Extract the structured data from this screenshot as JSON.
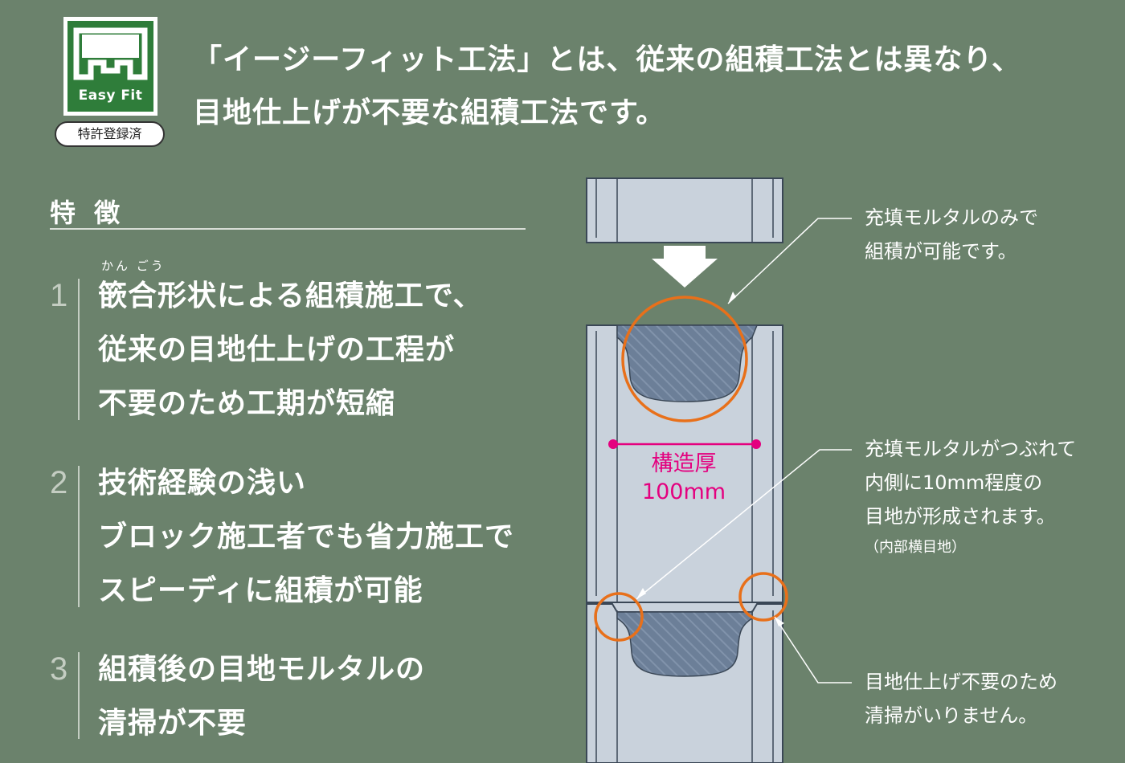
{
  "logo": {
    "brand": "Easy Fit",
    "badge": "特許登録済"
  },
  "headline": {
    "line1": "「イージーフィット工法」とは、従来の組積工法とは異なり、",
    "line2": "目地仕上げが不要な組積工法です。"
  },
  "features": {
    "heading": "特 徴",
    "ruby": "かん ごう",
    "items": [
      {
        "number": "1",
        "lines": [
          "篏合形状による組積施工で、",
          "従来の目地仕上げの工程が",
          "不要のため工期が短縮"
        ]
      },
      {
        "number": "2",
        "lines": [
          "技術経験の浅い",
          "ブロック施工者でも省力施工で",
          "スピーディに組積が可能"
        ]
      },
      {
        "number": "3",
        "lines": [
          "組積後の目地モルタルの",
          "清掃が不要"
        ]
      }
    ]
  },
  "diagram": {
    "dimension": {
      "label": "構造厚",
      "value": "100mm"
    },
    "callouts": [
      {
        "lines": [
          "充填モルタルのみで",
          "組積が可能です。"
        ]
      },
      {
        "lines": [
          "充填モルタルがつぶれて",
          "内側に10mm程度の",
          "目地が形成されます。"
        ],
        "note": "（内部横目地）"
      },
      {
        "lines": [
          "目地仕上げ不要のため",
          "清掃がいりません。"
        ]
      }
    ],
    "colors": {
      "background": "#6b826c",
      "block": "#c9d2dc",
      "mortar": "#6c7f98",
      "highlight": "#e8701a",
      "dimension": "#e4007f"
    }
  }
}
